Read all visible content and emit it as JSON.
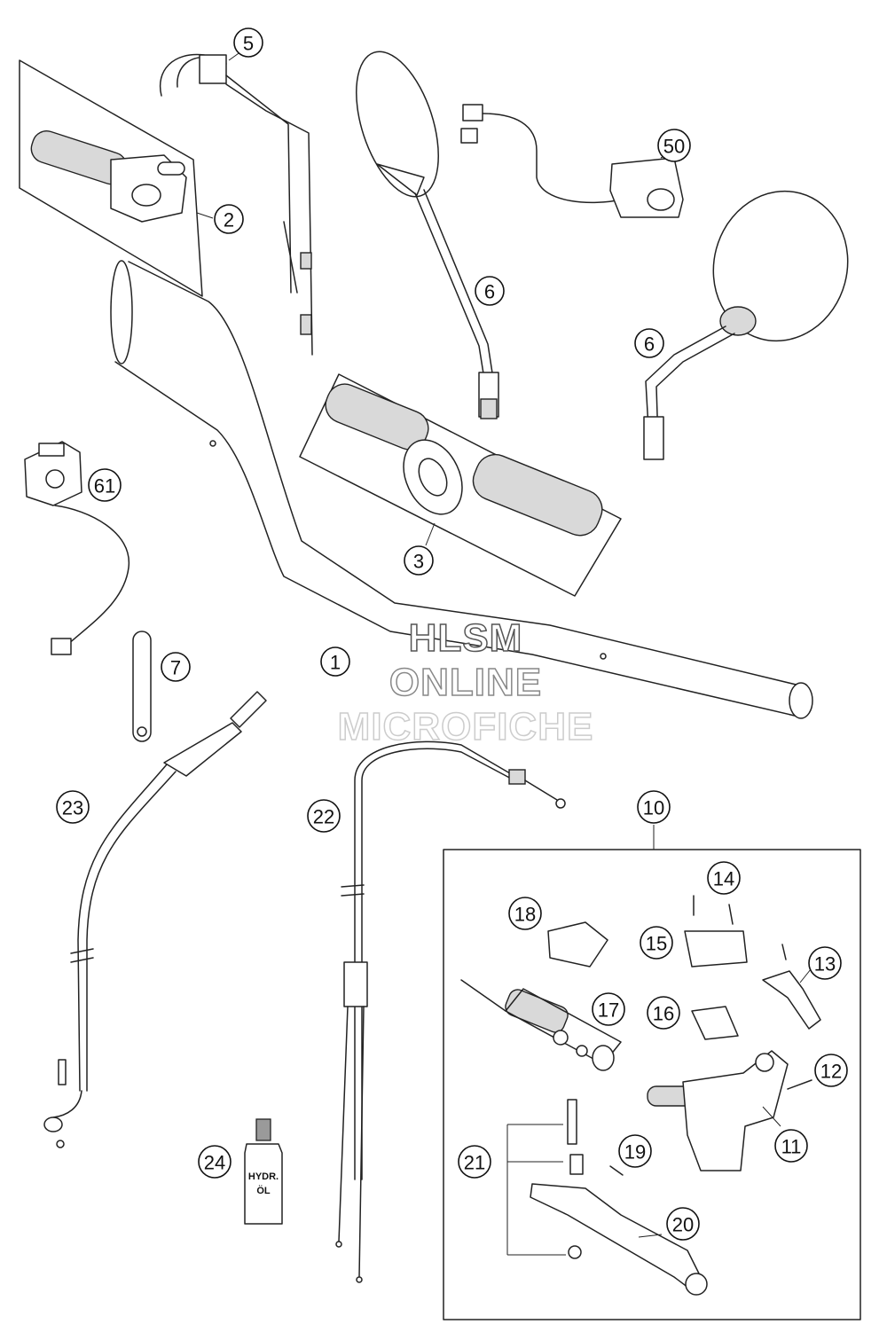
{
  "callouts": {
    "c1": "1",
    "c2": "2",
    "c3": "3",
    "c5": "5",
    "c6a": "6",
    "c6b": "6",
    "c7": "7",
    "c10": "10",
    "c11": "11",
    "c12": "12",
    "c13": "13",
    "c14": "14",
    "c15": "15",
    "c16": "16",
    "c17": "17",
    "c18": "18",
    "c19": "19",
    "c20": "20",
    "c21": "21",
    "c22": "22",
    "c23": "23",
    "c24": "24",
    "c50": "50",
    "c61": "61"
  },
  "bottle": {
    "label_line1": "HYDR.",
    "label_line2": "ÖL"
  },
  "watermark": {
    "line1": "HLSM",
    "line2": "ONLINE",
    "line3": "MICROFICHE"
  }
}
